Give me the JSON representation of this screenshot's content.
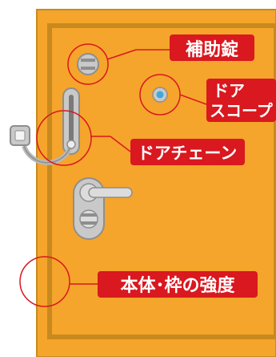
{
  "labels": {
    "auxiliary_lock": "補助錠",
    "door_scope_line1": "ドア",
    "door_scope_line2": "スコープ",
    "door_chain": "ドアチェーン",
    "body_frame_strength": "本体･枠の強度"
  },
  "colors": {
    "door_fill": "#F5A52B",
    "door_panel_stroke": "#C88A1E",
    "door_outer_stroke": "#C88A1E",
    "callout_red": "#D9181F",
    "label_bg": "#D9181F",
    "label_text": "#FFFFFF",
    "metal": "#C9C9C9",
    "metal_dark": "#8E8E8E",
    "scope_blue": "#3EA9E0"
  },
  "icons": [
    "lock-knob-icon",
    "door-scope-icon",
    "door-chain-icon",
    "door-handle-icon"
  ]
}
